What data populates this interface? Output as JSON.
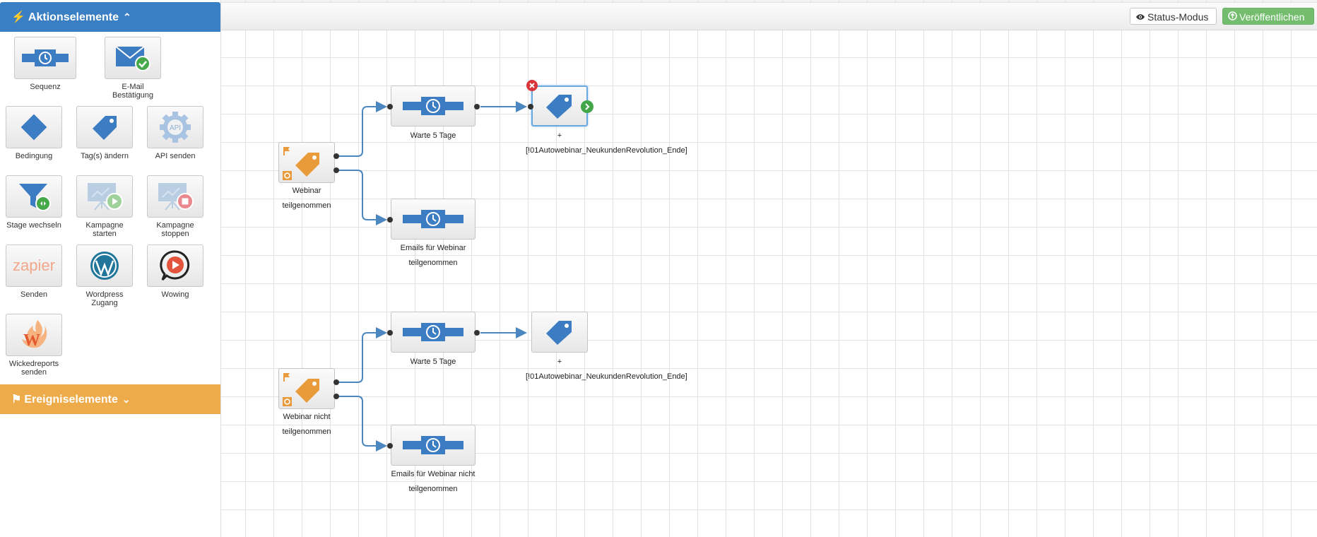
{
  "sidebar": {
    "actions_title": "Aktionselemente",
    "events_title": "Ereigniselemente",
    "tools": [
      {
        "label": "Sequenz",
        "icon": "sequence-icon"
      },
      {
        "label": "E-Mail\nBestätigung",
        "icon": "email-confirm-icon"
      },
      {
        "label": "Bedingung",
        "icon": "diamond-icon"
      },
      {
        "label": "Tag(s) ändern",
        "icon": "tag-icon"
      },
      {
        "label": "API senden",
        "icon": "api-gear-icon"
      },
      {
        "label": "Stage wechseln",
        "icon": "funnel-icon"
      },
      {
        "label": "Kampagne\nstarten",
        "icon": "campaign-start-icon"
      },
      {
        "label": "Kampagne\nstoppen",
        "icon": "campaign-stop-icon"
      },
      {
        "label": "Senden",
        "icon": "zapier-icon"
      },
      {
        "label": "Wordpress\nZugang",
        "icon": "wordpress-icon"
      },
      {
        "label": "Wowing",
        "icon": "wowing-play-icon"
      },
      {
        "label": "Wickedreports\nsenden",
        "icon": "wickedreports-icon"
      }
    ],
    "zapier_text": "zapier",
    "api_text": "API"
  },
  "toolbar": {
    "status_label": "Status-Modus",
    "publish_label": "Veröffentlichen"
  },
  "flow": {
    "trigger1": {
      "line1": "Webinar",
      "line2": "teilgenommen"
    },
    "wait1": "Warte 5 Tage",
    "tag1": {
      "line1": "+",
      "line2": "[!01Autowebinar_NeukundenRevolution_Ende]"
    },
    "emails1": {
      "line1": "Emails für Webinar",
      "line2": "teilgenommen"
    },
    "trigger2": {
      "line1": "Webinar nicht",
      "line2": "teilgenommen"
    },
    "wait2": "Warte 5 Tage",
    "tag2": {
      "line1": "+",
      "line2": "[!01Autowebinar_NeukundenRevolution_Ende]"
    },
    "emails2": {
      "line1": "Emails für Webinar nicht",
      "line2": "teilgenommen"
    }
  },
  "colors": {
    "primary": "#3a7fc3",
    "events": "#eeab49",
    "publish": "#74bd6f",
    "tag_orange": "#e99b3c",
    "connector": "#4a86bf"
  }
}
